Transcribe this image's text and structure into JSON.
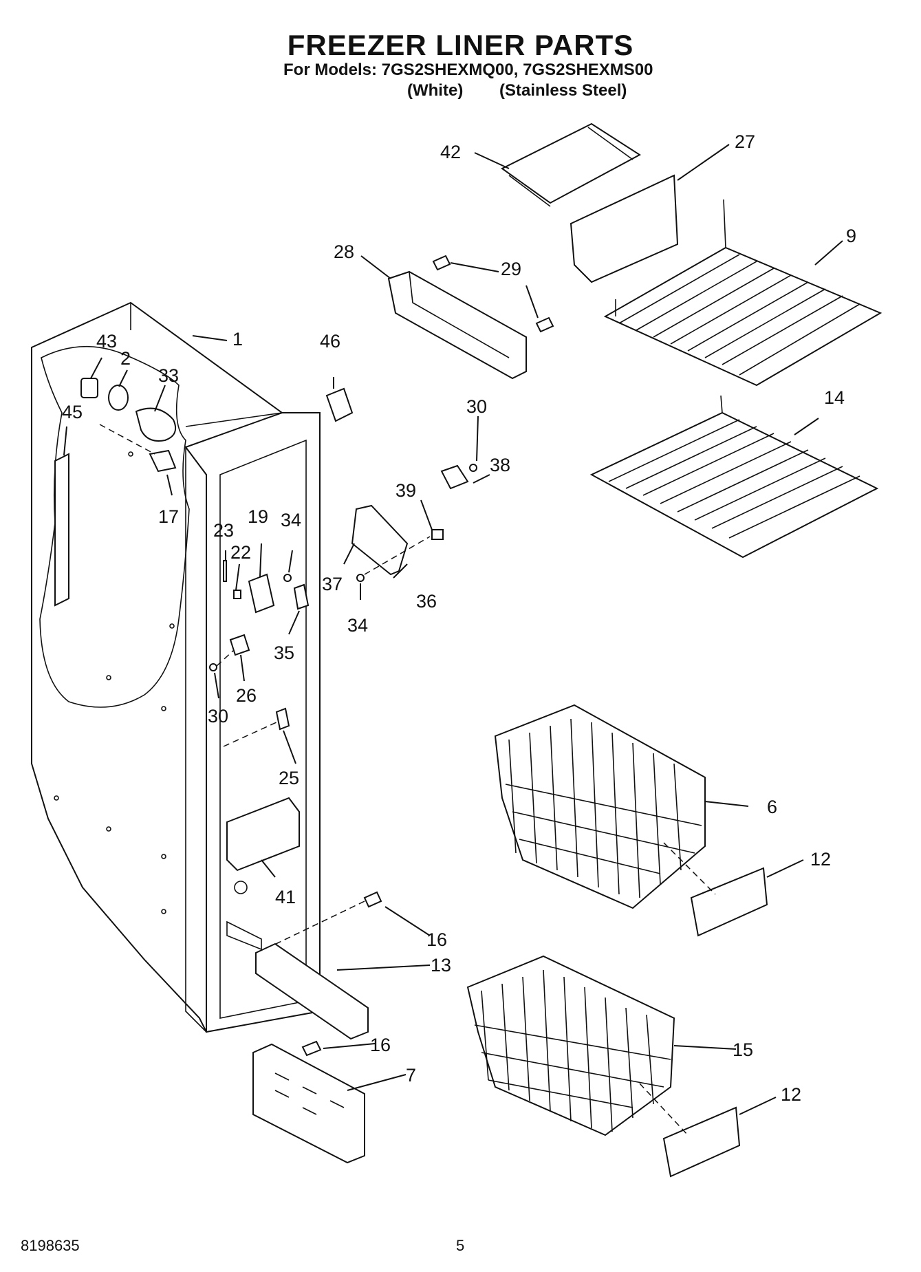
{
  "header": {
    "title": "FREEZER LINER PARTS",
    "models_line": "For Models: 7GS2SHEXMQ00, 7GS2SHEXMS00",
    "variant_white": "(White)",
    "variant_stainless": "(Stainless Steel)"
  },
  "footer": {
    "doc_number": "8198635",
    "page_number": "5"
  },
  "callouts": [
    "42",
    "27",
    "28",
    "29",
    "9",
    "1",
    "46",
    "43",
    "2",
    "33",
    "45",
    "30",
    "38",
    "14",
    "17",
    "39",
    "23",
    "19",
    "34",
    "22",
    "37",
    "36",
    "34",
    "35",
    "26",
    "30",
    "25",
    "6",
    "12",
    "41",
    "16",
    "13",
    "16",
    "15",
    "7",
    "12"
  ]
}
